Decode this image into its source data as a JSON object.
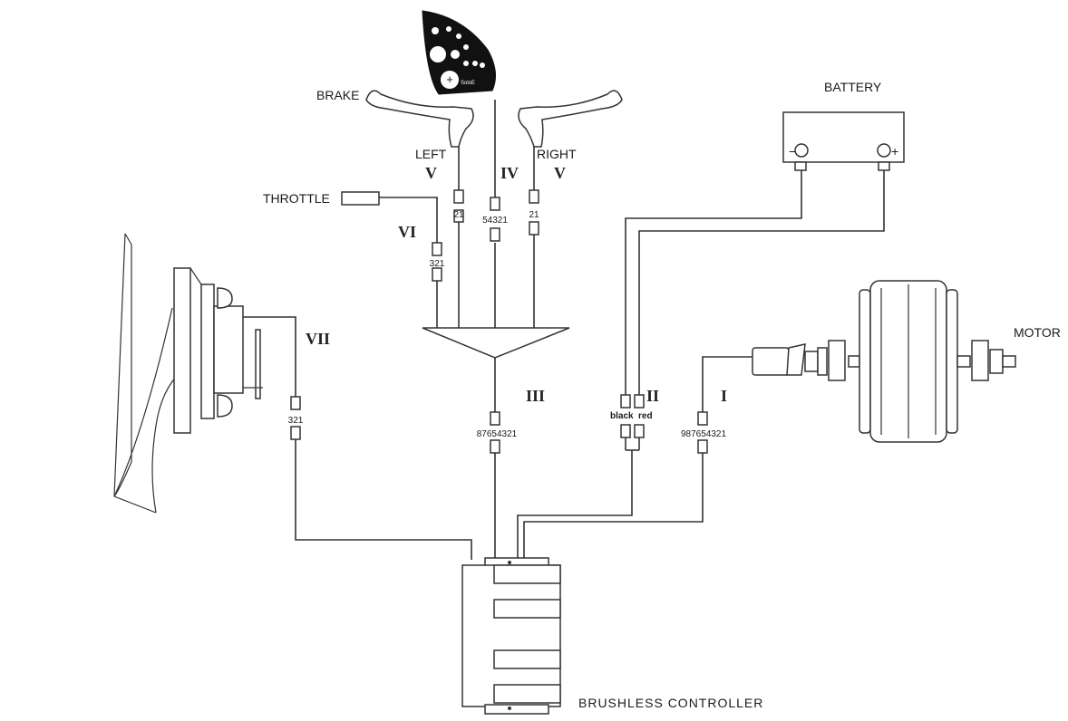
{
  "labels": {
    "brake": "BRAKE",
    "left": "LEFT",
    "right": "RIGHT",
    "throttle": "THROTTLE",
    "battery": "BATTERY",
    "motor": "MOTOR",
    "controller": "BRUSHLESS  CONTROLLER",
    "display_brand": "SoloE"
  },
  "roman": {
    "i": "I",
    "ii": "II",
    "iii": "III",
    "iv": "IV",
    "v_left": "V",
    "v_right": "V",
    "vi": "VI",
    "vii": "VII"
  },
  "pins": {
    "brake_left": "21",
    "display": "54321",
    "brake_right": "21",
    "throttle": "321",
    "pas": "321",
    "junction": "87654321",
    "battery_black": "black",
    "battery_red": "red",
    "motor": "987654321"
  },
  "battery_terminals": {
    "negative": "−",
    "positive": "+"
  },
  "colors": {
    "line": "#333333",
    "background": "#ffffff",
    "display_panel": "#111111"
  }
}
